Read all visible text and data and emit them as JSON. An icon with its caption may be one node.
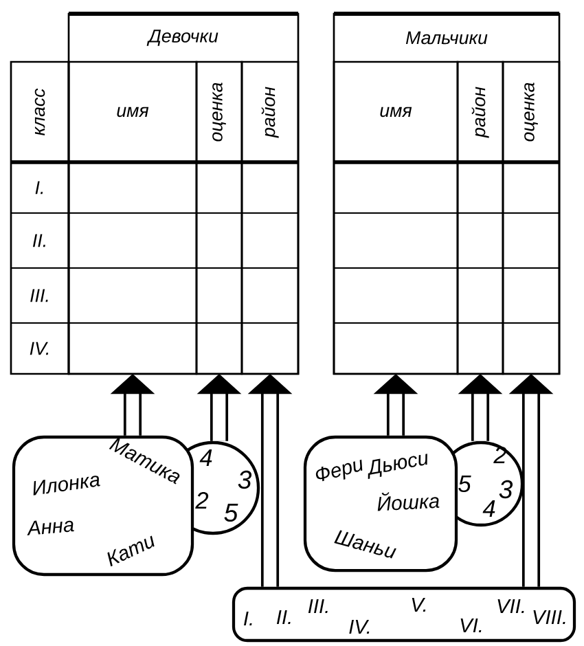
{
  "diagram": {
    "nodes": [
      {
        "text": [
          "Девочки"
        ]
      },
      {
        "text": [
          "класс"
        ]
      },
      {
        "text": [
          "имя"
        ],
        "in": 0
      },
      {
        "text": [
          "оценка"
        ],
        "in": 0
      },
      {
        "text": [
          "район"
        ],
        "in": 0
      },
      {
        "text": [
          "Мальчики"
        ]
      },
      {
        "text": [
          "имя"
        ],
        "in": 5
      },
      {
        "text": [
          "район"
        ],
        "in": 5
      },
      {
        "text": [
          "оценка"
        ],
        "in": 5
      },
      {
        "text": [
          "Илонка",
          "Матика",
          "Анна",
          "Кати"
        ]
      },
      {
        "text": [
          "4",
          "2",
          "3",
          "5"
        ]
      },
      {
        "text": [
          "Фери",
          "Дьюси",
          "Йошка",
          "Шаньи"
        ]
      },
      {
        "text": [
          "2",
          "5",
          "3",
          "4"
        ]
      },
      {
        "text": [
          "I.",
          "II.",
          "III.",
          "IV.",
          "V.",
          "VI.",
          "VII.",
          "VIII."
        ]
      }
    ],
    "edges": [
      {
        "from": 9,
        "to": 2,
        "arrow": "to"
      },
      {
        "from": 10,
        "to": 3,
        "arrow": "to"
      },
      {
        "from": 13,
        "to": 4,
        "arrow": "to"
      },
      {
        "from": 11,
        "to": 6,
        "arrow": "to"
      },
      {
        "from": 12,
        "to": 7,
        "arrow": "to"
      },
      {
        "from": 13,
        "to": 8,
        "arrow": "to"
      }
    ],
    "labels": [
      "I.",
      "II.",
      "III.",
      "IV."
    ]
  }
}
